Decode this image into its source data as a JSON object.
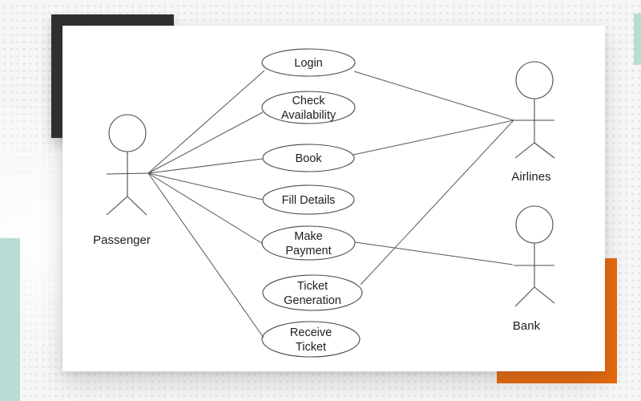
{
  "diagram": {
    "type": "uml-use-case",
    "actors": [
      {
        "name": "Passenger"
      },
      {
        "name": "Airlines"
      },
      {
        "name": "Bank"
      }
    ],
    "use_cases": [
      {
        "lines": [
          "Login"
        ]
      },
      {
        "lines": [
          "Check",
          "Availability"
        ]
      },
      {
        "lines": [
          "Book"
        ]
      },
      {
        "lines": [
          "Fill Details"
        ]
      },
      {
        "lines": [
          "Make",
          "Payment"
        ]
      },
      {
        "lines": [
          "Ticket",
          "Generation"
        ]
      },
      {
        "lines": [
          "Receive",
          "Ticket"
        ]
      }
    ],
    "associations": [
      {
        "from": "Passenger",
        "to": "Login"
      },
      {
        "from": "Passenger",
        "to": "Check Availability"
      },
      {
        "from": "Passenger",
        "to": "Book"
      },
      {
        "from": "Passenger",
        "to": "Fill Details"
      },
      {
        "from": "Passenger",
        "to": "Make Payment"
      },
      {
        "from": "Passenger",
        "to": "Receive Ticket"
      },
      {
        "from": "Airlines",
        "to": "Login"
      },
      {
        "from": "Airlines",
        "to": "Book"
      },
      {
        "from": "Airlines",
        "to": "Ticket Generation"
      },
      {
        "from": "Bank",
        "to": "Make Payment"
      }
    ],
    "colors": {
      "stroke": "#4a4a4a",
      "card_background": "#ffffff",
      "page_background": "#f6f6f6",
      "accent_dark": "#303030",
      "accent_orange": "#e8680c",
      "accent_teal": "#b9dcd6"
    }
  }
}
